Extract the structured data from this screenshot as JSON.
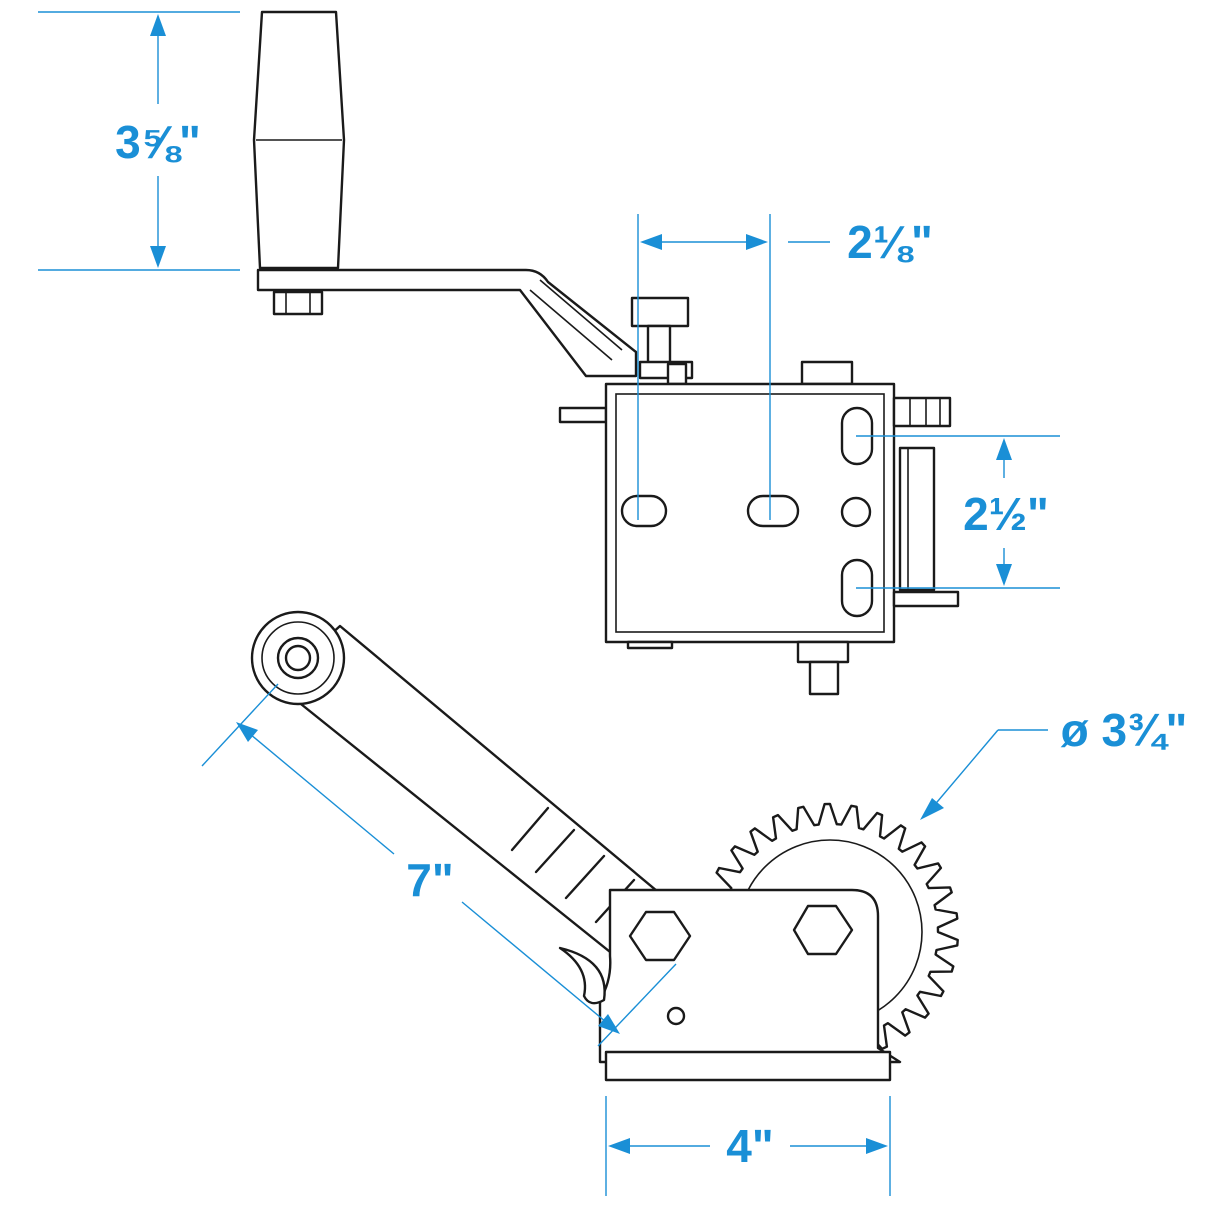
{
  "dimensions": {
    "handle_height": "3⅝\"",
    "hole_spacing_horizontal": "2⅛\"",
    "hole_spacing_vertical": "2½\"",
    "handle_length": "7\"",
    "gear_diameter": "ø 3¾\"",
    "base_width": "4\""
  },
  "colors": {
    "dimension": "#1a8fd6",
    "outline": "#1a1a1a",
    "background": "#ffffff"
  }
}
